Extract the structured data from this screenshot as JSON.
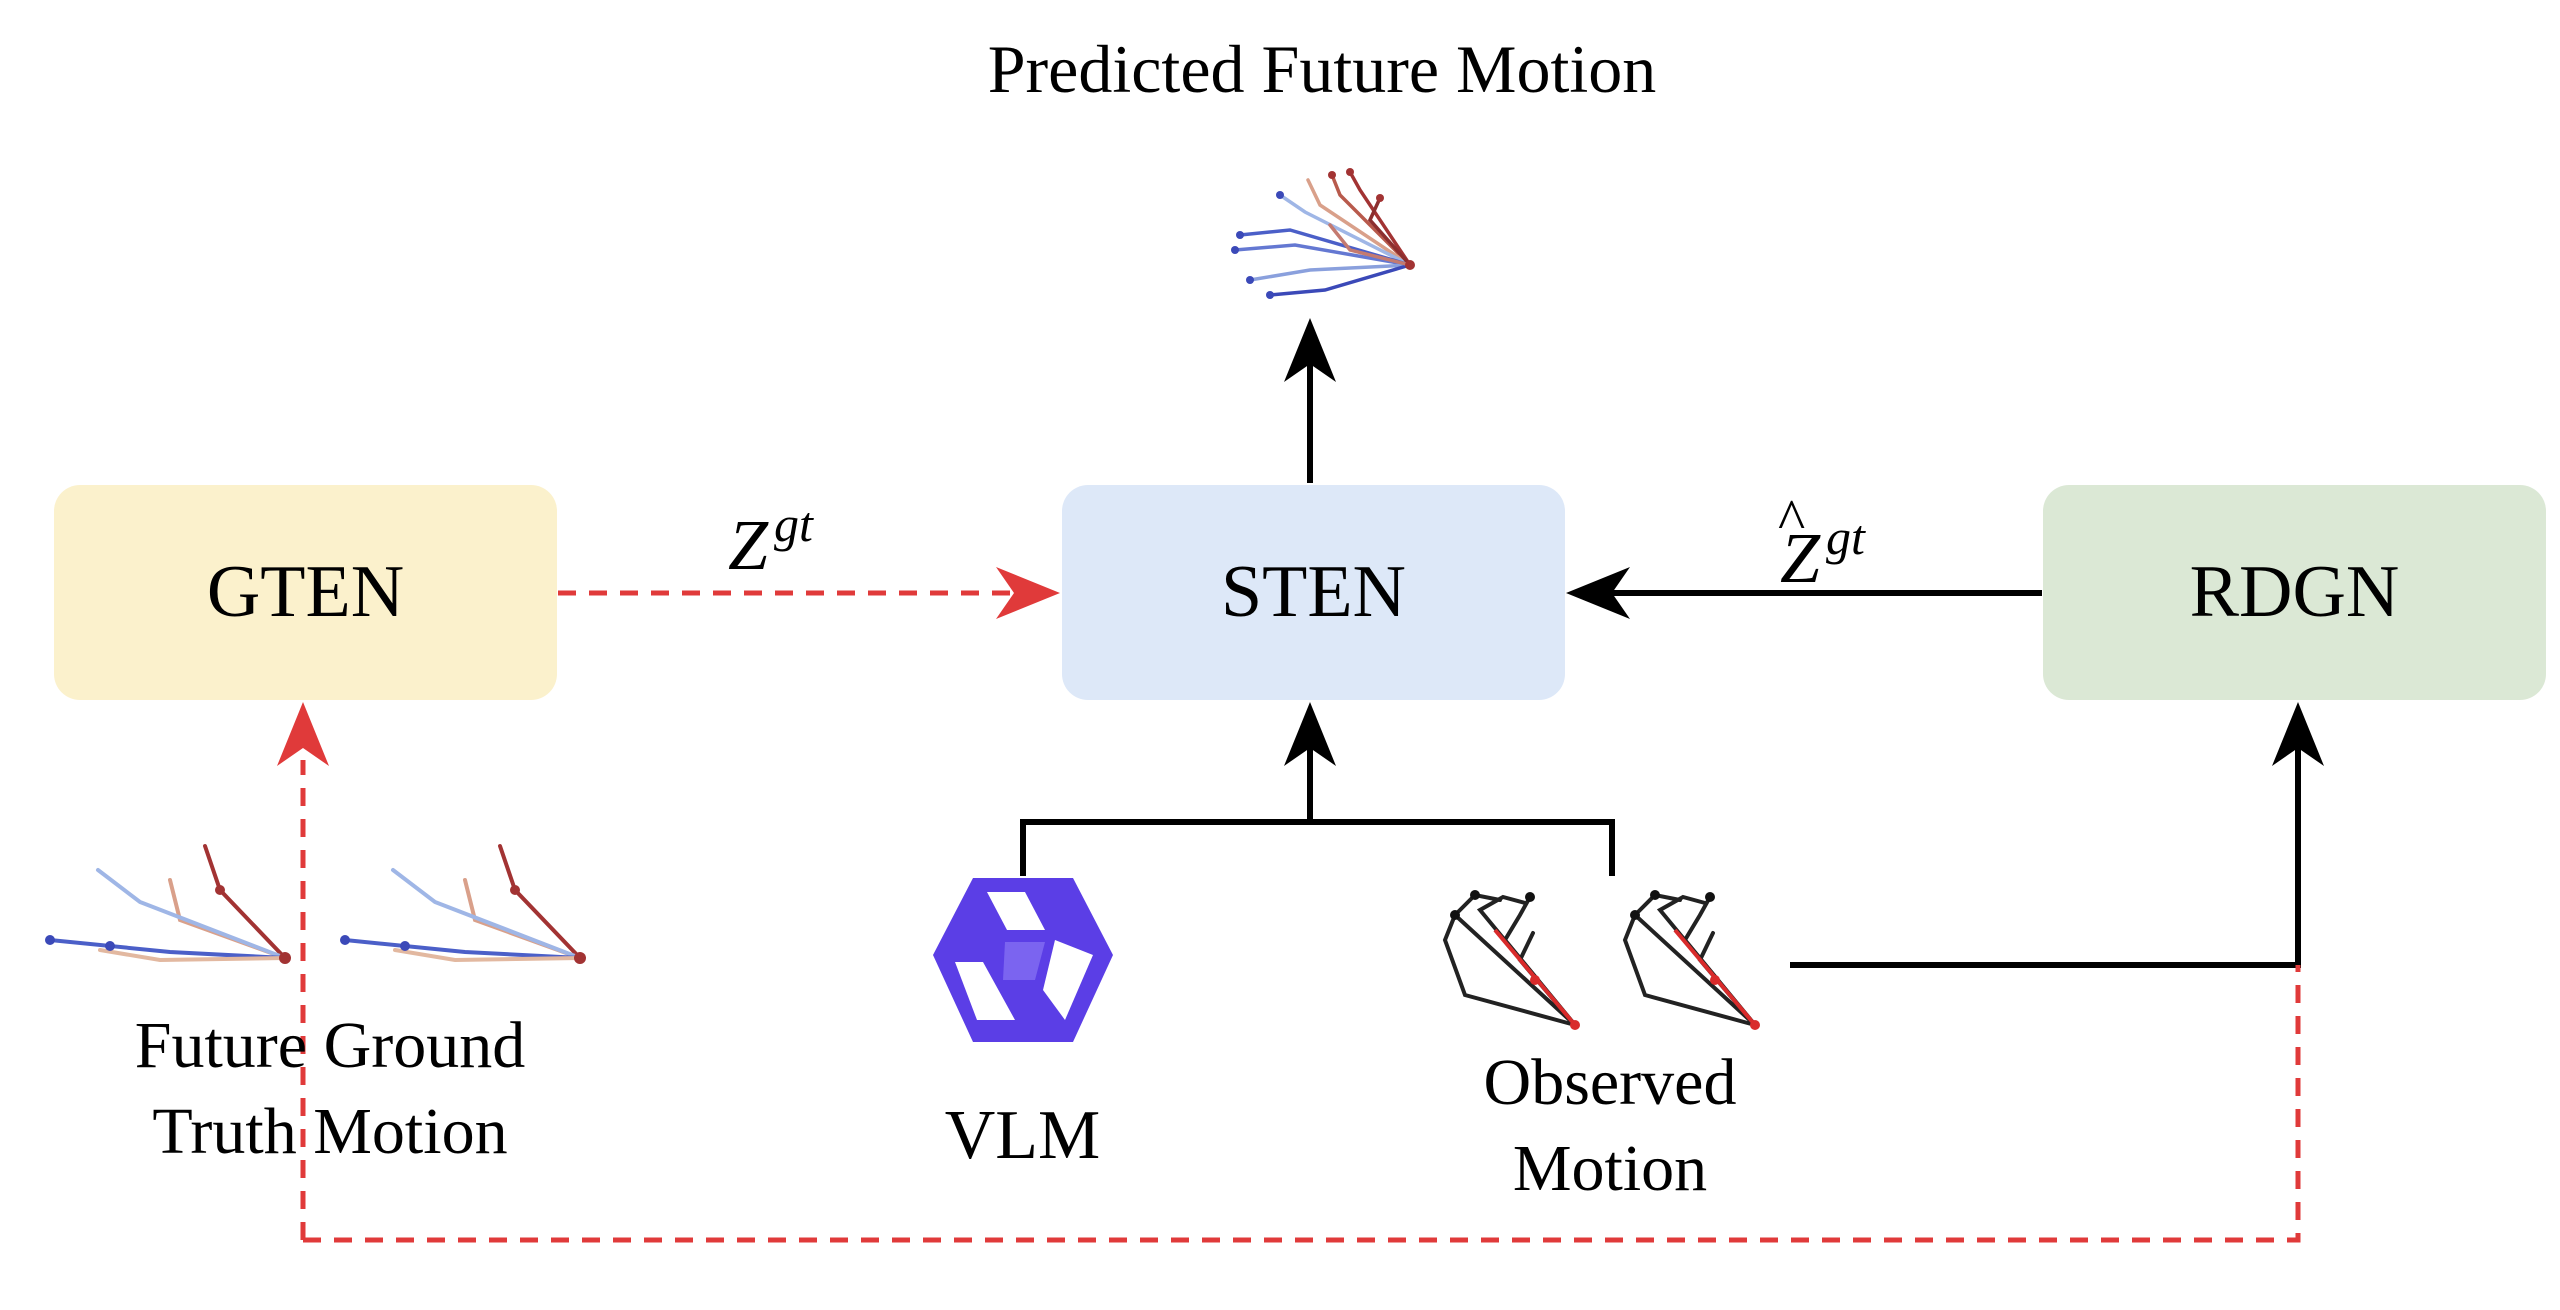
{
  "title": "Predicted Future Motion",
  "nodes": {
    "gten": "GTEN",
    "sten": "STEN",
    "rdgn": "RDGN"
  },
  "edge_labels": {
    "z_gt_base": "Z",
    "z_gt_sup": "gt",
    "z_hat_base": "Z",
    "z_hat_sup": "gt",
    "hat_mark": "^"
  },
  "inputs": {
    "future_gt_line1": "Future Ground",
    "future_gt_line2": "Truth Motion",
    "vlm": "VLM",
    "observed_line1": "Observed",
    "observed_line2": "Motion"
  },
  "colors": {
    "gten_fill": "#fbf1cc",
    "sten_fill": "#dde8f8",
    "rdgn_fill": "#dbe8d5",
    "dashed_arrow": "#e03a3a",
    "solid_arrow": "#000000",
    "vlm_logo": "#5b3ee6"
  },
  "icons": {
    "predicted": "predicted-skeleton-hand-icon",
    "future_gt": "future-ground-truth-skeleton-icon",
    "vlm": "vlm-logo-icon",
    "observed": "observed-skeleton-icon"
  }
}
